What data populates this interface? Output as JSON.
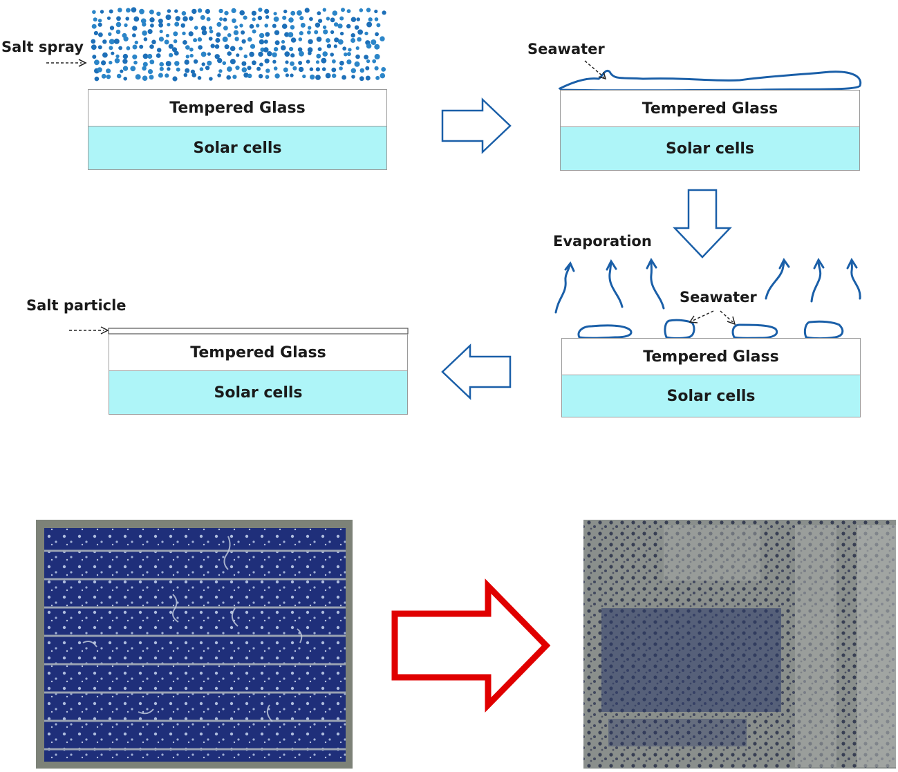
{
  "labels": {
    "salt_spray": "Salt spray",
    "seawater_top": "Seawater",
    "evaporation": "Evaporation",
    "seawater_mid": "Seawater",
    "salt_particle": "Salt particle"
  },
  "stacks": [
    {
      "glass": "Tempered Glass",
      "cells": "Solar cells"
    },
    {
      "glass": "Tempered Glass",
      "cells": "Solar cells"
    },
    {
      "glass": "Tempered Glass",
      "cells": "Solar cells"
    },
    {
      "glass": "Tempered Glass",
      "cells": "Solar cells"
    }
  ],
  "colors": {
    "cells_fill": "#aef5f8",
    "water_stroke": "#1a5fa8",
    "arrow_blue": "#1a5fa8",
    "arrow_red": "#e00000",
    "panel_clean": "#1f2f7a",
    "panel_salted": "#8a8f8c"
  },
  "photos": {
    "left_description_icon": "clean-solar-panel-photo",
    "right_description_icon": "salt-covered-solar-panel-photo"
  }
}
